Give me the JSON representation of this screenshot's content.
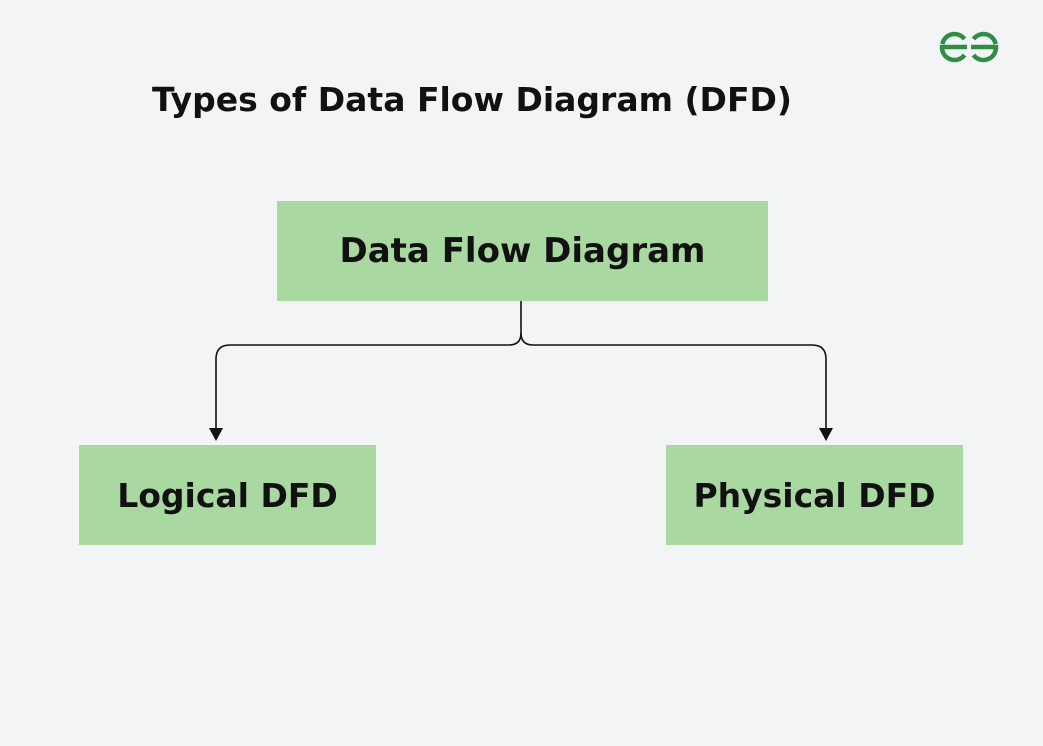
{
  "title": "Types of Data Flow Diagram (DFD)",
  "logo": {
    "icon": "geeksforgeeks-logo-icon",
    "color": "#2f8d46"
  },
  "diagram": {
    "root": {
      "label": "Data Flow Diagram"
    },
    "children": [
      {
        "label": "Logical DFD"
      },
      {
        "label": "Physical DFD"
      }
    ]
  },
  "colors": {
    "background": "#f3f4f6",
    "node_fill": "#a9d9a0",
    "text": "#111111",
    "connector": "#111111"
  }
}
